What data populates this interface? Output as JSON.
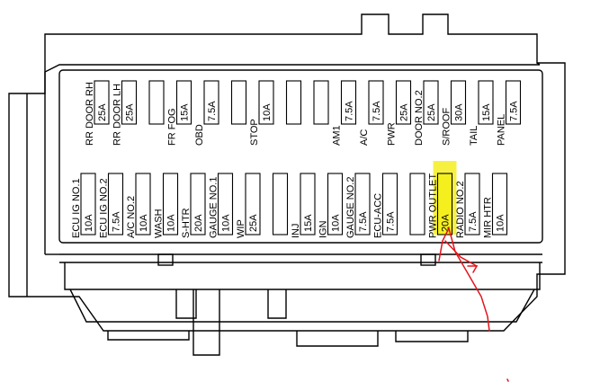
{
  "colors": {
    "highlight": "#f5ef1e",
    "annotation": "#e3141b",
    "line": "#000000"
  },
  "top_row": {
    "labels": [
      "RR DOOR RH",
      "RR DOOR LH",
      "FR FOG",
      "OBD",
      "STOP",
      "AM1",
      "A/C",
      "PWR",
      "DOOR NO.2",
      "S/ROOF",
      "TAIL",
      "PANEL"
    ],
    "fuses": [
      {
        "label": "RR DOOR RH",
        "rating": "25A"
      },
      {
        "label": "RR DOOR LH",
        "rating": "25A"
      },
      {
        "label": "",
        "rating": ""
      },
      {
        "label": "FR FOG",
        "rating": "15A"
      },
      {
        "label": "OBD",
        "rating": "7.5A"
      },
      {
        "label": "",
        "rating": ""
      },
      {
        "label": "STOP",
        "rating": "10A"
      },
      {
        "label": "",
        "rating": ""
      },
      {
        "label": "",
        "rating": ""
      },
      {
        "label": "AM1",
        "rating": "7.5A"
      },
      {
        "label": "A/C",
        "rating": "7.5A"
      },
      {
        "label": "PWR",
        "rating": "25A"
      },
      {
        "label": "DOOR NO.2",
        "rating": "25A"
      },
      {
        "label": "S/ROOF",
        "rating": "30A"
      },
      {
        "label": "TAIL",
        "rating": "15A"
      },
      {
        "label": "PANEL",
        "rating": "7.5A"
      }
    ]
  },
  "bottom_row": {
    "fuses": [
      {
        "label": "ECU IG NO.1",
        "rating": "10A"
      },
      {
        "label": "ECU IG NO.2",
        "rating": "7.5A"
      },
      {
        "label": "A/C NO.2",
        "rating": "10A"
      },
      {
        "label": "WASH",
        "rating": "10A"
      },
      {
        "label": "S-HTR",
        "rating": "20A"
      },
      {
        "label": "GAUGE NO.1",
        "rating": "10A"
      },
      {
        "label": "WIP",
        "rating": "25A"
      },
      {
        "label": "",
        "rating": ""
      },
      {
        "label": "INJ",
        "rating": "15A"
      },
      {
        "label": "IGN",
        "rating": "10A"
      },
      {
        "label": "GAUGE NO.2",
        "rating": "7.5A"
      },
      {
        "label": "ECU-ACC",
        "rating": "7.5A"
      },
      {
        "label": "",
        "rating": ""
      },
      {
        "label": "PWR OUTLET",
        "rating": "20A"
      },
      {
        "label": "RADIO NO.2",
        "rating": "7.5A"
      },
      {
        "label": "MIR HTR",
        "rating": "10A"
      }
    ]
  },
  "highlighted_fuse": "PWR OUTLET"
}
